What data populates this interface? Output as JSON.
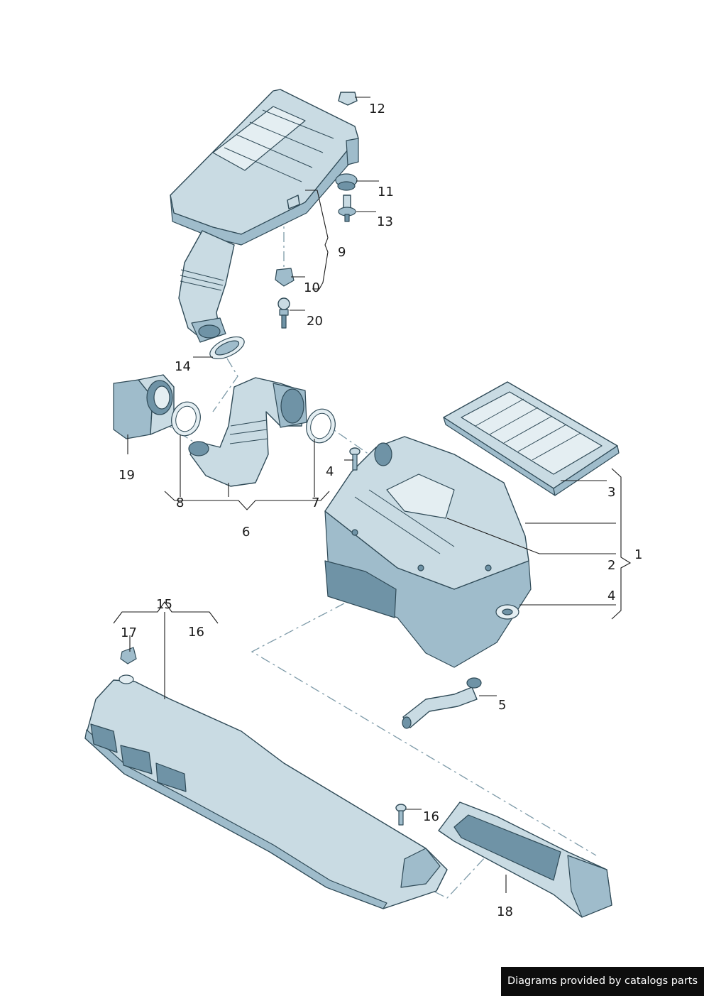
{
  "callouts": {
    "c1": "1",
    "c2": "2",
    "c3": "3",
    "c4a": "4",
    "c4b": "4",
    "c5": "5",
    "c6": "6",
    "c7": "7",
    "c8": "8",
    "c9": "9",
    "c10": "10",
    "c11": "11",
    "c12": "12",
    "c13": "13",
    "c14": "14",
    "c15": "15",
    "c16a": "16",
    "c16b": "16",
    "c17": "17",
    "c18": "18",
    "c19": "19",
    "c20": "20"
  },
  "credit": "Diagrams provided by catalogs parts",
  "colors": {
    "part_fill": "#c9dbe3",
    "part_outline": "#2f4a57",
    "assembly_line": "#7d9aa8"
  }
}
